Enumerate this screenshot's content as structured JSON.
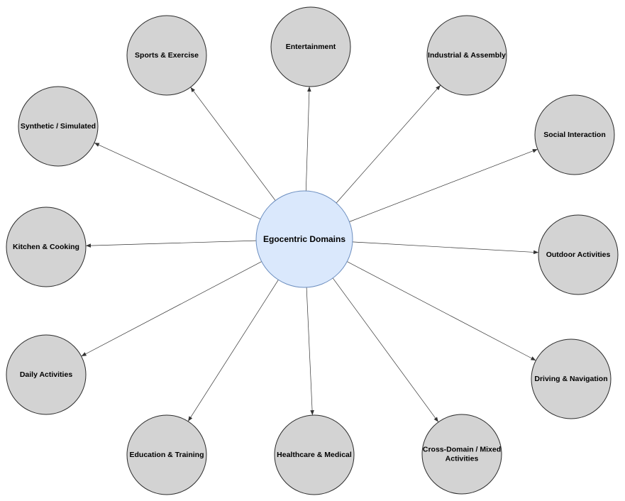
{
  "diagram": {
    "center": {
      "label": "Egocentric Domains"
    },
    "nodes": [
      {
        "id": "sports",
        "label_lines": [
          "Sports & Exercise"
        ]
      },
      {
        "id": "entertainment",
        "label_lines": [
          "Entertainment"
        ]
      },
      {
        "id": "industrial",
        "label_lines": [
          "Industrial & Assembly"
        ]
      },
      {
        "id": "social",
        "label_lines": [
          "Social Interaction"
        ]
      },
      {
        "id": "outdoor",
        "label_lines": [
          "Outdoor Activities"
        ]
      },
      {
        "id": "driving",
        "label_lines": [
          "Driving & Navigation"
        ]
      },
      {
        "id": "cross-domain",
        "label_lines": [
          "Cross-Domain / Mixed",
          "Activities"
        ]
      },
      {
        "id": "healthcare",
        "label_lines": [
          "Healthcare & Medical"
        ]
      },
      {
        "id": "education",
        "label_lines": [
          "Education & Training"
        ]
      },
      {
        "id": "daily",
        "label_lines": [
          "Daily Activities"
        ]
      },
      {
        "id": "kitchen",
        "label_lines": [
          "Kitchen & Cooking"
        ]
      },
      {
        "id": "synthetic",
        "label_lines": [
          "Synthetic / Simulated"
        ]
      }
    ],
    "colors": {
      "center_fill": "#dae8fc",
      "center_stroke": "#6c8ebf",
      "node_fill": "#d3d3d3",
      "node_stroke": "#2b2b2b",
      "edge": "#333333"
    }
  }
}
